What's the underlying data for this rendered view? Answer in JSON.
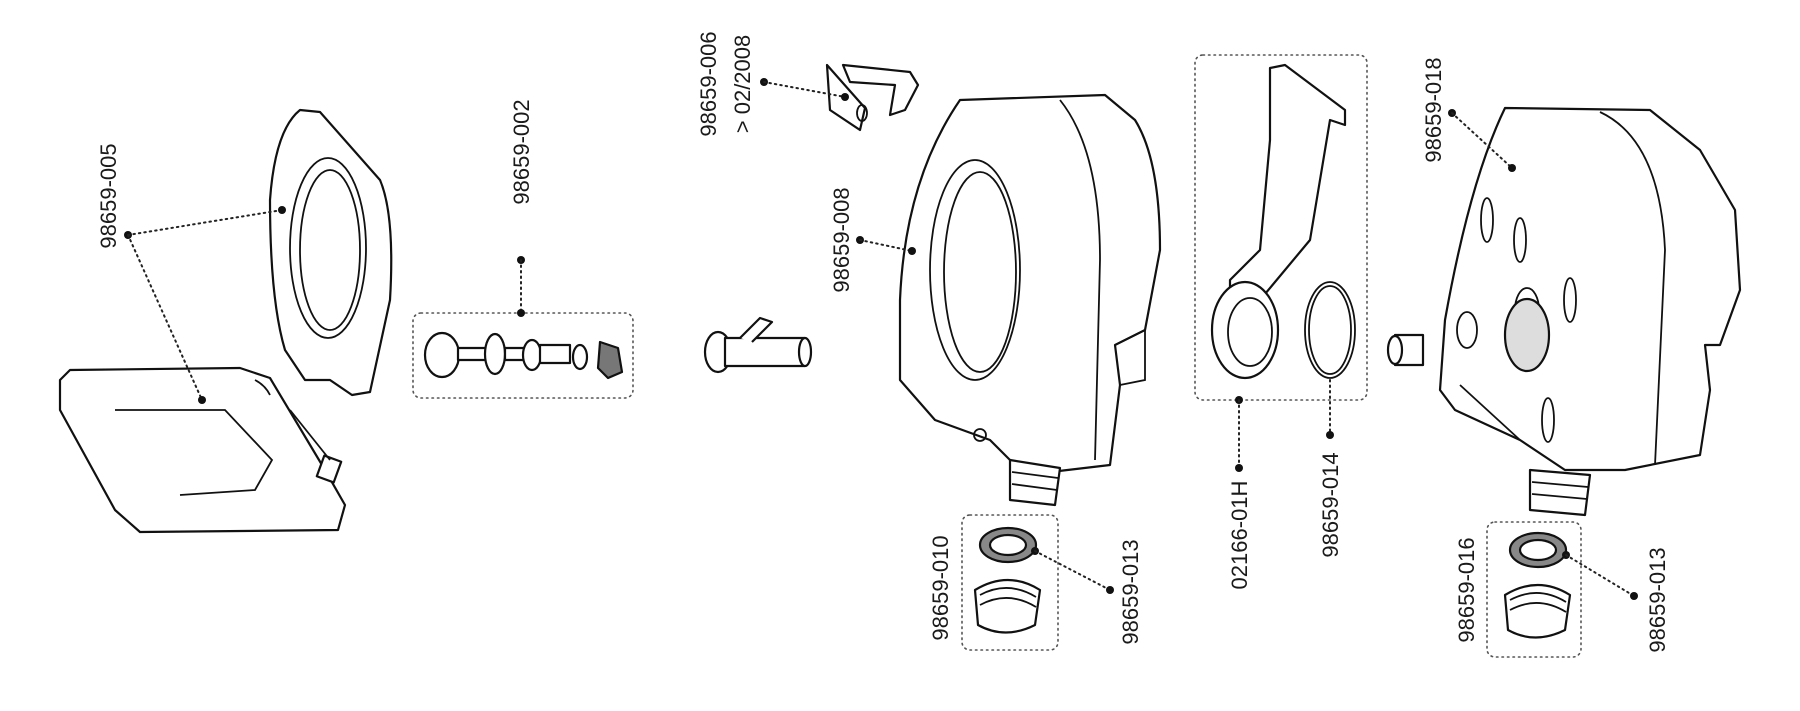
{
  "title": "Exploded parts diagram",
  "parts": [
    {
      "id": "seat",
      "label": "98659-005"
    },
    {
      "id": "valve",
      "label": "98659-002"
    },
    {
      "id": "clip",
      "label": "98659-006",
      "note": "> 02/2008"
    },
    {
      "id": "upper-tank",
      "label": "98659-008"
    },
    {
      "id": "cap-set-upper",
      "label": "98659-010"
    },
    {
      "id": "seal-upper",
      "label": "98659-013"
    },
    {
      "id": "slide",
      "label": "02166-01H"
    },
    {
      "id": "o-ring",
      "label": "98659-014"
    },
    {
      "id": "lower-tank",
      "label": "98659-018"
    },
    {
      "id": "cap-set-lower",
      "label": "98659-016"
    },
    {
      "id": "seal-lower",
      "label": "98659-013"
    }
  ]
}
